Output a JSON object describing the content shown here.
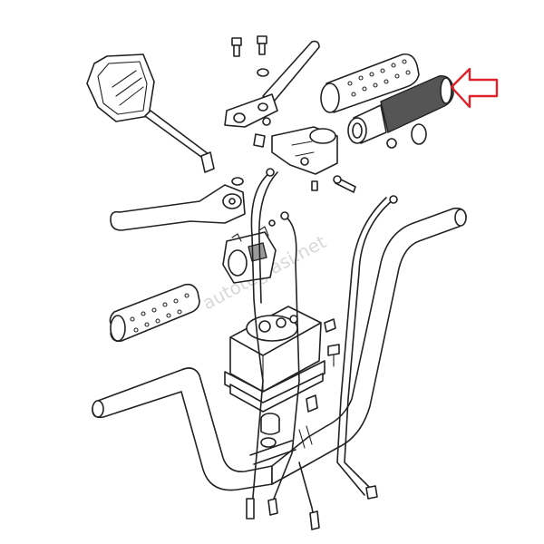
{
  "diagram": {
    "watermark": "autoteglasi.net",
    "colors": {
      "line": "#222222",
      "shade": "#9a9a9a",
      "arrow": "#e0202a",
      "background": "#ffffff"
    },
    "parts": [
      {
        "name": "mirror",
        "icon": "mirror-icon"
      },
      {
        "name": "clutch-lever",
        "icon": "lever-icon"
      },
      {
        "name": "brake-lever",
        "icon": "lever-icon"
      },
      {
        "name": "left-grip",
        "icon": "grip-icon"
      },
      {
        "name": "right-grip",
        "icon": "grip-icon"
      },
      {
        "name": "throttle-tube",
        "icon": "throttle-icon"
      },
      {
        "name": "throttle-housing",
        "icon": "housing-icon"
      },
      {
        "name": "switch-housing",
        "icon": "switch-icon"
      },
      {
        "name": "speedometer",
        "icon": "gauge-icon"
      },
      {
        "name": "handlebar",
        "icon": "handlebar-icon"
      },
      {
        "name": "throttle-cable",
        "icon": "cable-icon"
      },
      {
        "name": "clutch-cable",
        "icon": "cable-icon"
      },
      {
        "name": "highlight-arrow",
        "icon": "arrow-left-icon"
      }
    ]
  }
}
